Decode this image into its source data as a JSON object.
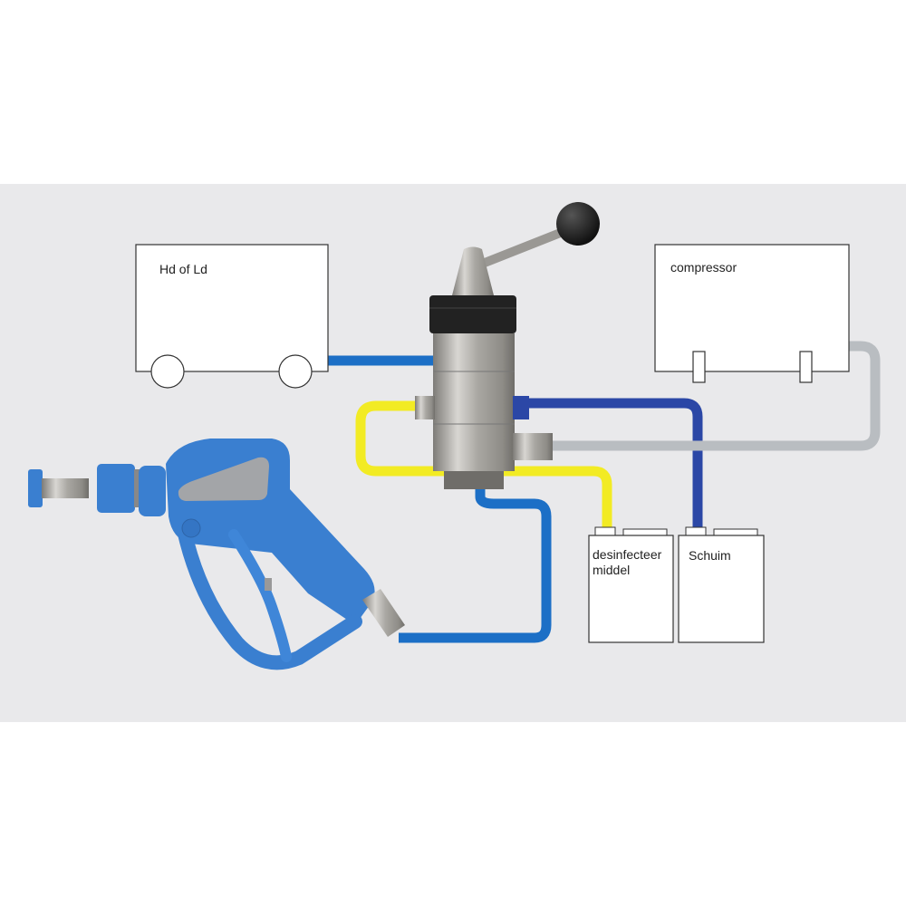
{
  "labels": {
    "machine": "Hd of Ld",
    "compressor": "compressor",
    "disinfectant": [
      "desinfecteer",
      "middel"
    ],
    "foam": "Schuim"
  },
  "colors": {
    "background_band": "#e9e9eb",
    "water_hose": "#1c6fc6",
    "foam_hose": "#2b47a6",
    "disinfectant_hose": "#f2eb24",
    "air_hose": "#b9bdc1",
    "gun_blue": "#3a7fd0"
  }
}
